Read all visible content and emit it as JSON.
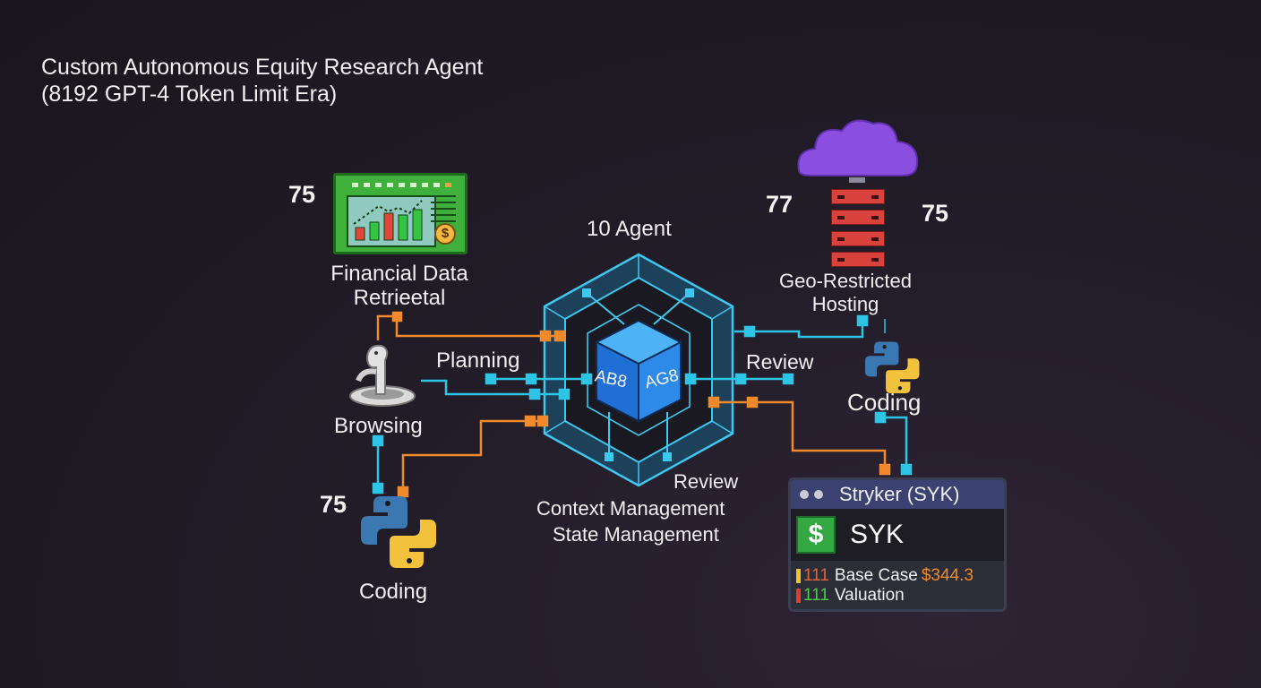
{
  "title": {
    "line1": "Custom Autonomous Equity Research Agent",
    "line2": "(8192 GPT-4 Token Limit Era)"
  },
  "center": {
    "label": "10 Agent",
    "cube_left_text": "AB8",
    "cube_right_text": "AG8",
    "bottom_labels": [
      "Review",
      "Context Management",
      "State Management"
    ]
  },
  "nodes": {
    "financial": {
      "label_line1": "Financial Data",
      "label_line2": "Retrieetal",
      "score": "75",
      "icon": "financial-chart-icon"
    },
    "browsing": {
      "label": "Browsing",
      "icon": "snake-icon"
    },
    "planning": {
      "label": "Planning"
    },
    "coding_left": {
      "label": "Coding",
      "score": "75",
      "icon": "python-icon"
    },
    "hosting": {
      "label_line1": "Geo-Restricted",
      "label_line2": "Hosting",
      "score_left": "77",
      "score_right": "75",
      "icon": "cloud-server-icon"
    },
    "review_right": {
      "label": "Review"
    },
    "coding_right": {
      "label": "Coding",
      "icon": "python-icon"
    }
  },
  "stock_card": {
    "header": "Stryker (SYK)",
    "ticker": "SYK",
    "rows": [
      {
        "count": "111",
        "label": "Base Case",
        "value": "$344.3",
        "bar_color": "#f2c230",
        "count_color": "#e0663a"
      },
      {
        "count": "111",
        "label": "Valuation",
        "value": "",
        "bar_color": "#e23b32",
        "count_color": "#4cc94a"
      }
    ]
  },
  "colors": {
    "cyan": "#2ec4e6",
    "orange": "#f08a2c",
    "hex_fill": "#1c4d6b",
    "cube_blue": "#2a86e0",
    "cloud_purple": "#8a4fe0",
    "server_red": "#d9413d"
  }
}
